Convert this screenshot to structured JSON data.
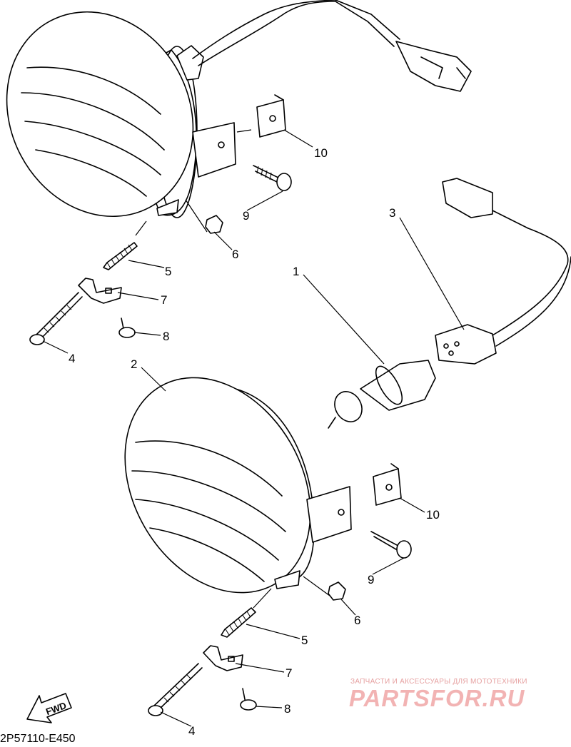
{
  "callouts": {
    "p1": "1",
    "p2": "2",
    "p3": "3",
    "p4a": "4",
    "p4b": "4",
    "p5a": "5",
    "p5b": "5",
    "p6a": "6",
    "p6b": "6",
    "p7a": "7",
    "p7b": "7",
    "p8a": "8",
    "p8b": "8",
    "p9a": "9",
    "p9b": "9",
    "p10a": "10",
    "p10b": "10"
  },
  "fwd_label": "FWD",
  "diagram_code": "2P57110-E450",
  "watermark": {
    "caption": "ЗАПЧАСТИ И АКСЕССУАРЫ ДЛЯ МОТОТЕХНИКИ",
    "logo": "PARTSFOR.RU"
  },
  "colors": {
    "ink": "#000000",
    "background": "#ffffff",
    "watermark": "#f2b3b3"
  }
}
